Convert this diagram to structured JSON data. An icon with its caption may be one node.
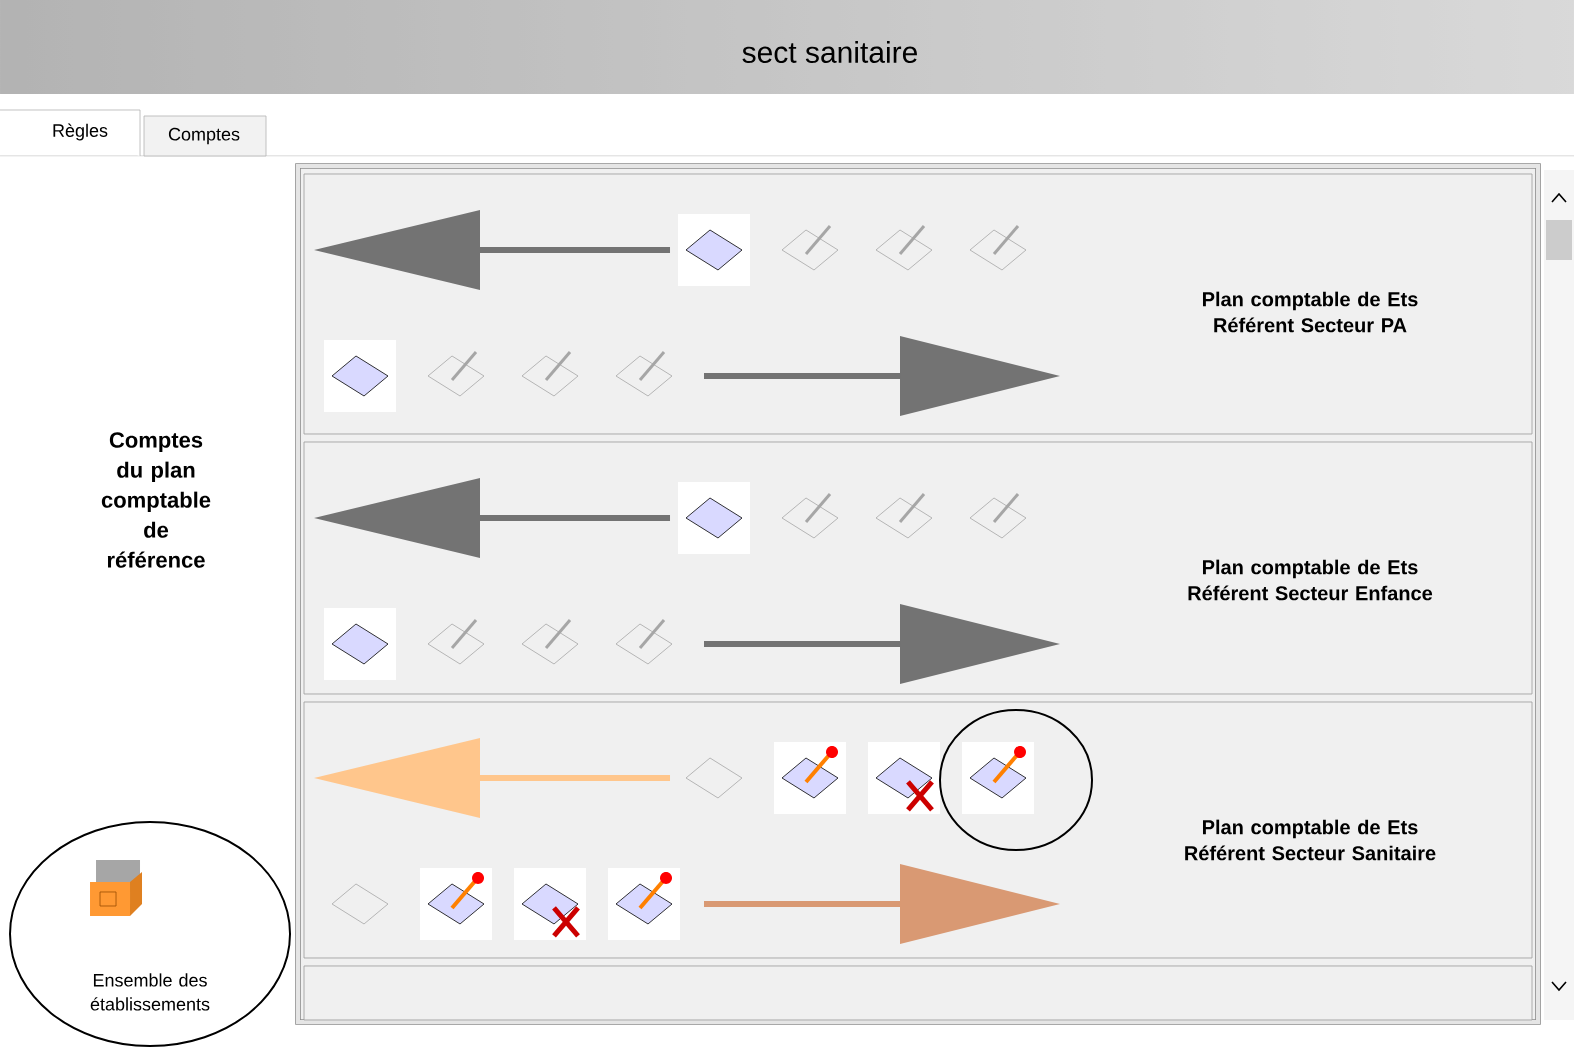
{
  "diagram": {
    "title": "sect sanitaire",
    "nodes": [
      {
        "text": [],
        "shape": "box"
      },
      {
        "text": [
          "Plan comptable de Ets Référent Secteur PA"
        ],
        "in": 0
      },
      {
        "text": [
          "Plan comptable de Ets Référent Secteur Enfance"
        ],
        "in": 0
      },
      {
        "text": [
          "Plan comptable de Ets Référent Secteur Sanitaire"
        ],
        "in": 0
      },
      {
        "text": [],
        "shape": "box",
        "in": 0
      }
    ],
    "labels": [
      "Règles",
      "Comptes",
      "Comptes du plan comptable de référence",
      "Ensemble des établissements"
    ]
  }
}
